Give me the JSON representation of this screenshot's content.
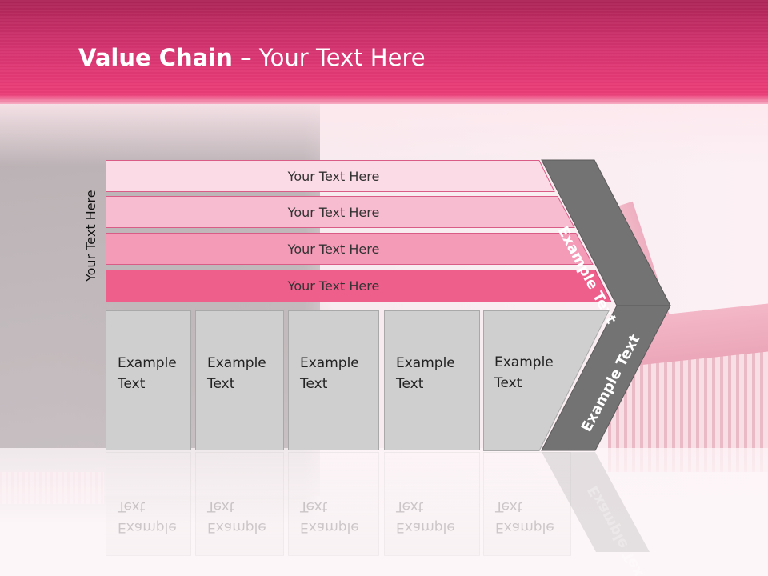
{
  "slide": {
    "title_bold": "Value Chain",
    "title_rest": " – Your Text Here",
    "vertical_label": "Your Text Here"
  },
  "rows": [
    {
      "label": "Your Text Here",
      "color": "#fbdbe6"
    },
    {
      "label": "Your Text Here",
      "color": "#f7bcd0"
    },
    {
      "label": "Your Text Here",
      "color": "#f49bb8"
    },
    {
      "label": "Your Text Here",
      "color": "#ee5f8b"
    }
  ],
  "boxes": [
    {
      "line1": "Example",
      "line2": "Text"
    },
    {
      "line1": "Example",
      "line2": "Text"
    },
    {
      "line1": "Example",
      "line2": "Text"
    },
    {
      "line1": "Example",
      "line2": "Text"
    },
    {
      "line1": "Example",
      "line2": "Text"
    }
  ],
  "arrow": {
    "upper_label": "Example Text",
    "lower_label": "Example Text",
    "color": "#737373"
  },
  "colors": {
    "header": "#e03a73",
    "box_fill": "#cfcfcf"
  }
}
